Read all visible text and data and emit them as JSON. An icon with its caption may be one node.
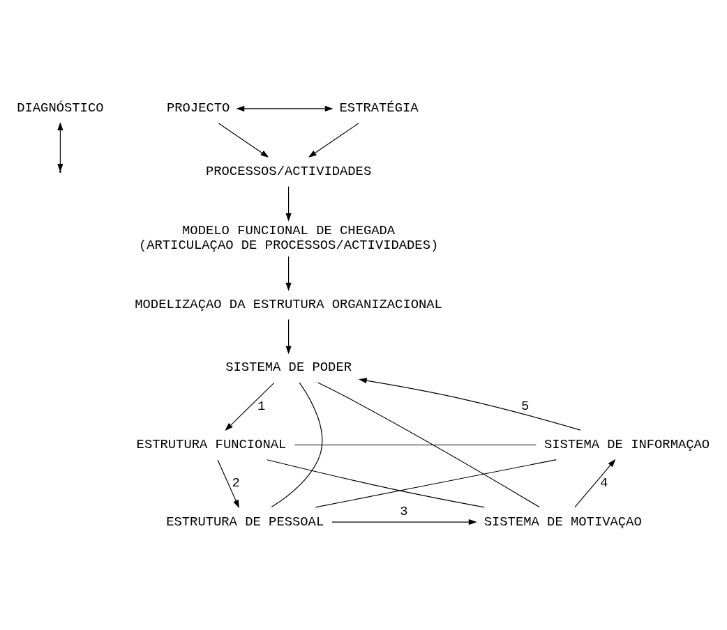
{
  "diagram": {
    "nodes": [
      {
        "text": [
          "DIAGNÓSTICO"
        ]
      },
      {
        "text": [
          "PROJECTO"
        ]
      },
      {
        "text": [
          "ESTRATÉGIA"
        ]
      },
      {
        "text": [
          "PROCESSOS/ACTIVIDADES"
        ]
      },
      {
        "text": [
          "MODELO FUNCIONAL DE CHEGADA",
          "(ARTICULAÇAO DE PROCESSOS/ACTIVIDADES)"
        ]
      },
      {
        "text": [
          "MODELIZAÇAO DA ESTRUTURA ORGANIZACIONAL"
        ]
      },
      {
        "text": [
          "SISTEMA DE PODER"
        ]
      },
      {
        "text": [
          "ESTRUTURA FUNCIONAL"
        ]
      },
      {
        "text": [
          "SISTEMA DE INFORMAÇAO"
        ]
      },
      {
        "text": [
          "ESTRUTURA DE PESSOAL"
        ]
      },
      {
        "text": [
          "SISTEMA DE MOTIVAÇAO"
        ]
      }
    ],
    "edges": [
      {
        "from": 0,
        "to": null,
        "arrow": "both"
      },
      {
        "from": 1,
        "to": 2,
        "arrow": "both"
      },
      {
        "from": 1,
        "to": 3,
        "arrow": "to"
      },
      {
        "from": 2,
        "to": 3,
        "arrow": "to"
      },
      {
        "from": 3,
        "to": 4,
        "arrow": "to"
      },
      {
        "from": 4,
        "to": 5,
        "arrow": "to"
      },
      {
        "from": 5,
        "to": 6,
        "arrow": "to"
      },
      {
        "from": 6,
        "to": 7,
        "arrow": "to",
        "label": "1"
      },
      {
        "from": 7,
        "to": 9,
        "arrow": "to",
        "label": "2"
      },
      {
        "from": 9,
        "to": 10,
        "arrow": "to",
        "label": "3"
      },
      {
        "from": 10,
        "to": 8,
        "arrow": "to",
        "label": "4"
      },
      {
        "from": 8,
        "to": 6,
        "arrow": "to",
        "label": "5"
      },
      {
        "from": 6,
        "to": 9,
        "arrow": "none"
      },
      {
        "from": 6,
        "to": 10,
        "arrow": "none"
      },
      {
        "from": 7,
        "to": 8,
        "arrow": "none"
      },
      {
        "from": 7,
        "to": 10,
        "arrow": "none"
      },
      {
        "from": 9,
        "to": 8,
        "arrow": "none"
      }
    ]
  }
}
